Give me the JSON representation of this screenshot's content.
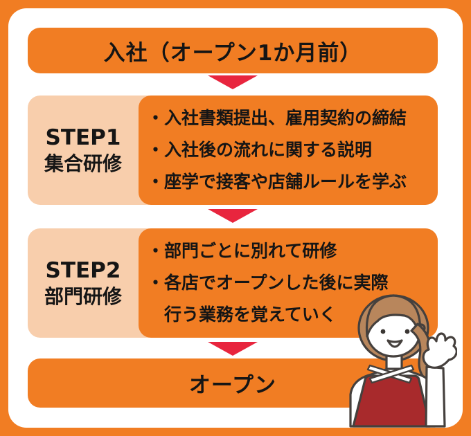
{
  "colors": {
    "orange": "#F17D23",
    "peach": "#F8CEAC",
    "arrow_red": "#E8253E",
    "text": "#151515",
    "apron_red": "#A82A2C",
    "hair_brown": "#B8865C",
    "outline": "#45403D"
  },
  "top_banner": {
    "label": "入社（オープン1か月前）"
  },
  "steps": [
    {
      "label": "STEP1",
      "name": "集合研修",
      "bullets": [
        "・入社書類提出、雇用契約の締結",
        "・入社後の流れに関する説明",
        "・座学で接客や店舗ルールを学ぶ"
      ]
    },
    {
      "label": "STEP2",
      "name": "部門研修",
      "bullets": [
        "・部門ごとに別れて研修",
        "・各店でオープンした後に実際",
        "　行う業務を覚えていく"
      ]
    }
  ],
  "bottom_banner": {
    "label": "オープン"
  },
  "icons": {
    "down_arrow": "red-triangle-down"
  },
  "illustration": {
    "name": "woman-staff-illustration"
  }
}
